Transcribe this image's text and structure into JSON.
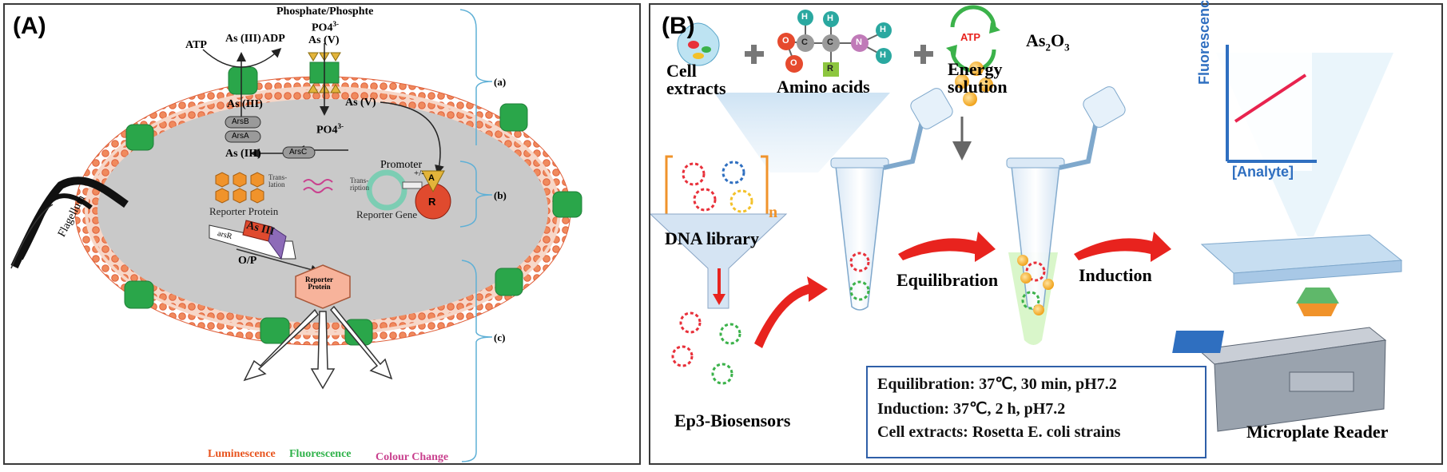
{
  "panelA": {
    "label": "(A)",
    "phosphate_header": "Phosphate/Phosphte",
    "po4_top": "PO4",
    "po4_top_charge": "3-",
    "atp": "ATP",
    "as_iii_top": "As (III)",
    "adp": "ADP",
    "as_v_top": "As (V)",
    "as_iii_inner": "As (III)",
    "arsb": "ArsB",
    "arsa": "ArsA",
    "as_iii_lower": "As (III)",
    "arsc": "ArsC",
    "po4_mid": "PO4",
    "po4_mid_charge": "3-",
    "as_v_mid": "As (V)",
    "promoter": "Promoter",
    "plus_minus": "+/-",
    "translation": "Trans-\nlation",
    "transcription": "Trans-\nription",
    "reporter_protein": "Reporter Protein",
    "reporter_gene": "Reporter Gene",
    "arsr": "arsR",
    "as_iii_tag": "As III",
    "op": "O/P",
    "flagellum": "Flagellum",
    "reporter_protein_box": "Reporter\nProtein",
    "bracket_a": "(a)",
    "bracket_b": "(b)",
    "bracket_c": "(c)",
    "output_luminescence": "Luminescence",
    "output_fluorescence": "Fluorescence",
    "output_colour": "Colour Change",
    "colors": {
      "luminescence": "#e8541e",
      "fluorescence": "#2fb24a",
      "colour": "#c9408e",
      "membrane": "#f08a5d",
      "channel": "#2aa64a",
      "cell": "#c9c9c9"
    }
  },
  "panelB": {
    "label": "(B)",
    "cell_extracts": "Cell\nextracts",
    "amino_acids": "Amino acids",
    "energy_solution": "Energy\nsolution",
    "atp_icon": "ATP",
    "as2o3": "As",
    "as2o3_sub1": "2",
    "as2o3_o": "O",
    "as2o3_sub2": "3",
    "dna_library": "DNA library",
    "n_subscript": "n",
    "equilibration": "Equilibration",
    "induction": "Induction",
    "ep3": "Ep3-Biosensors",
    "microplate_reader": "Microplate Reader",
    "plot_ylabel": "Fluorescence",
    "plot_xlabel": "[Analyte]",
    "molecule_atoms": [
      "H",
      "O",
      "C",
      "C",
      "R",
      "N",
      "H",
      "H",
      "O",
      "H"
    ],
    "info_lines": [
      "Equilibration: 37℃, 30 min, pH7.2",
      "Induction: 37℃, 2 h, pH7.2",
      "Cell extracts: Rosetta E. coli strains"
    ],
    "colors": {
      "box_border": "#2f5fa8",
      "arrow": "#e8231e",
      "plot_axis": "#2f6fc0",
      "plot_line": "#e8234e"
    }
  }
}
